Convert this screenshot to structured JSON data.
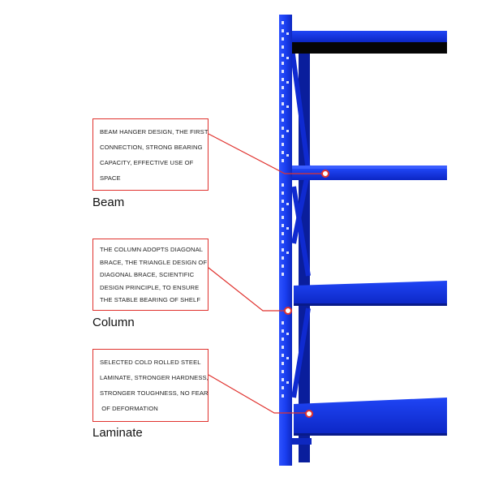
{
  "callouts": [
    {
      "id": "beam",
      "lines": [
        "BEAM HANGER DESIGN, THE FIRST",
        "CONNECTION, STRONG BEARING",
        "CAPACITY, EFFECTIVE USE OF",
        "SPACE"
      ],
      "label": "Beam"
    },
    {
      "id": "column",
      "lines": [
        "THE COLUMN ADOPTS DIAGONAL",
        "BRACE, THE TRIANGLE DESIGN OF",
        "DIAGONAL BRACE, SCIENTIFIC",
        "DESIGN PRINCIPLE, TO ENSURE",
        "THE STABLE BEARING OF SHELF"
      ],
      "label": "Column"
    },
    {
      "id": "laminate",
      "lines": [
        "SELECTED COLD ROLLED STEEL",
        "LAMINATE, STRONGER HARDNESS,",
        "STRONGER TOUGHNESS, NO FEAR",
        " OF DEFORMATION"
      ],
      "label": "Laminate"
    }
  ],
  "colors": {
    "shelf_blue": "#1538e8",
    "shelf_dark": "#0a1ea0",
    "callout_red": "#e0322e"
  }
}
